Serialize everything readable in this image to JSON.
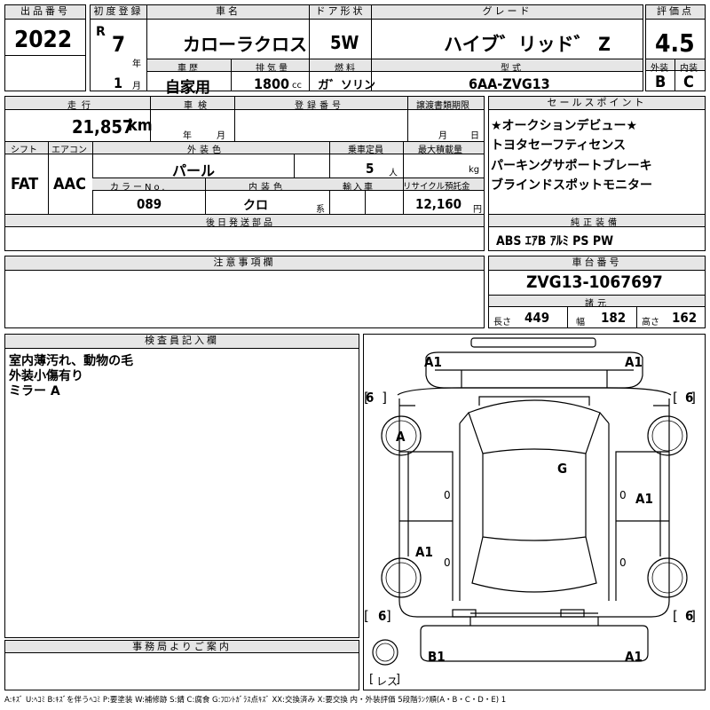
{
  "header": {
    "lbl_lot": "出品番号",
    "lot": "2022",
    "lbl_first_reg": "初度登録",
    "era": "R",
    "year": "7",
    "year_unit": "年",
    "month": "1",
    "month_unit": "月",
    "lbl_car_name": "車名",
    "car_name": "カローラクロス",
    "lbl_door": "ドア形状",
    "door": "5W",
    "lbl_grade": "グレード",
    "grade": "ハイブ゛リッド゛ Z",
    "lbl_score": "評価点",
    "score": "4.5",
    "lbl_ext": "外装",
    "ext": "B",
    "lbl_int": "内装",
    "int": "C",
    "lbl_history": "車歴",
    "history": "自家用",
    "lbl_displacement": "排気量",
    "displacement": "1800",
    "displacement_unit": "cc",
    "lbl_fuel": "燃料",
    "fuel": "ガ゛ソリン",
    "lbl_model": "型式",
    "model": "6AA-ZVG13"
  },
  "specs": {
    "lbl_mileage": "走行",
    "mileage": "21,857",
    "mileage_unit": "km",
    "lbl_inspection": "車検",
    "insp_year": "年",
    "insp_month": "月",
    "lbl_reg_no": "登録番号",
    "lbl_transfer": "譲渡書類期限",
    "tr_month": "月",
    "tr_day": "日",
    "lbl_shift": "シフト",
    "shift": "FAT",
    "lbl_ac": "エアコン",
    "ac": "AAC",
    "lbl_color": "外装色",
    "color": "パール",
    "lbl_capacity": "乗車定員",
    "capacity": "5",
    "capacity_unit": "人",
    "lbl_load": "最大積載量",
    "load_unit": "kg",
    "lbl_color_no": "カラーNo.",
    "color_no": "089",
    "lbl_int_color": "内装色",
    "int_color": "クロ",
    "int_color_unit": "系",
    "lbl_import": "輸入車",
    "lbl_recycle": "リサイクル預託金",
    "recycle": "12,160",
    "recycle_unit": "円",
    "lbl_later": "後日発送部品"
  },
  "sales_points": {
    "title": "セールスポイント",
    "items": [
      "★オークションデビュー★",
      "トヨタセーフティセンス",
      "パーキングサポートブレーキ",
      "ブラインドスポットモニター"
    ]
  },
  "equipment": {
    "title": "純正装備",
    "items": "ABS ｴｱB ｱﾙﾐ PS PW"
  },
  "notes": {
    "title": "注意事項欄"
  },
  "chassis": {
    "title": "車台番号",
    "number": "ZVG13-1067697",
    "dims_title": "諸元",
    "lbl_len": "長さ",
    "len": "449",
    "lbl_wid": "幅",
    "wid": "182",
    "lbl_hei": "高さ",
    "hei": "162"
  },
  "inspector": {
    "title": "検査員記入欄",
    "lines": [
      "室内薄汚れ、動物の毛",
      "外装小傷有り",
      "ミラー A"
    ]
  },
  "office": {
    "title": "事務局よりご案内"
  },
  "diagram": {
    "marks": {
      "front_left": "A1",
      "front_right": "A1",
      "tire_fl": "6",
      "tire_fr": "6",
      "tire_rl": "6",
      "tire_rr": "6",
      "mirror": "A",
      "windshield": "G",
      "right_door": "A1",
      "left_rear_door": "A1",
      "rear_left": "B1",
      "rear_right": "A1",
      "zero1": "0",
      "zero2": "0",
      "zero3": "0",
      "zero4": "0"
    },
    "spare": "レス"
  },
  "legend": "A:ｷｽﾞ U:ﾍｺﾐ B:ｷｽﾞを伴うﾍｺﾐ P:要塗装 W:補修跡 S:錆 C:腐食 G:ﾌﾛﾝﾄｶﾞﾗｽ点ｷｽﾞ XX:交換済み X:要交換 内・外装評価 5段階ﾗﾝｸ順(A・B・C・D・E) 1"
}
